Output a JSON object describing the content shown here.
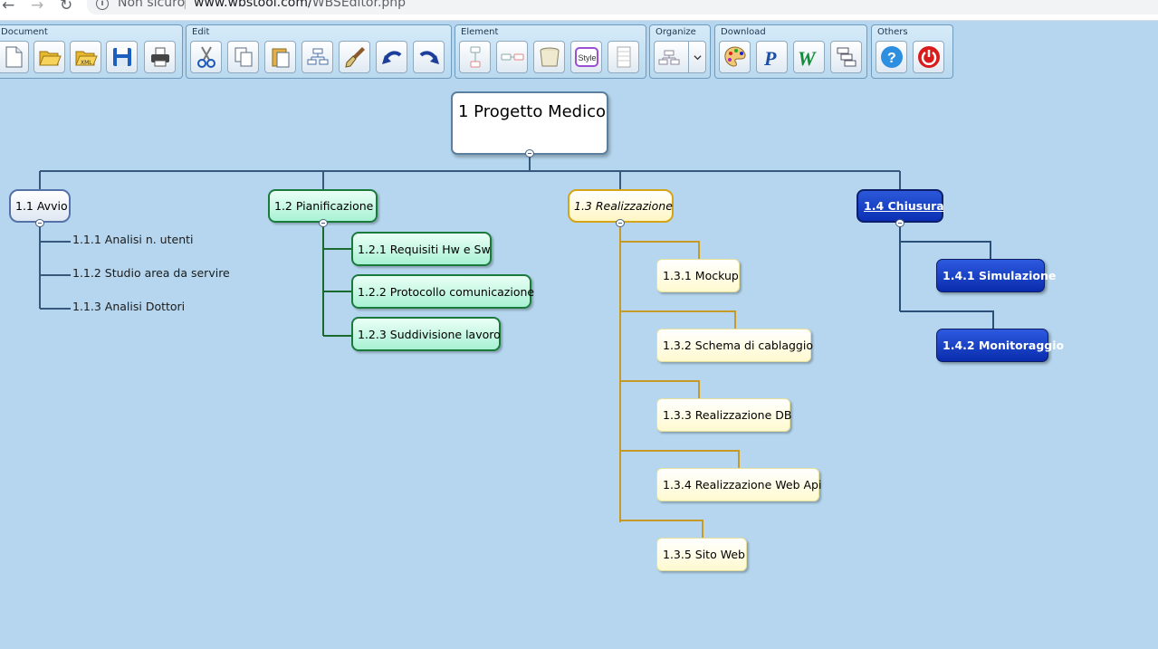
{
  "browser": {
    "back_icon": "arrow-left-icon",
    "forward_icon": "arrow-right-icon",
    "reload_icon": "reload-icon",
    "security_label": "Non sicuro",
    "separator": "|",
    "url_host": "www.wbstool.com/",
    "url_path": "WBSEditor.php"
  },
  "toolbar": {
    "groups": {
      "document": "Document",
      "edit": "Edit",
      "element": "Element",
      "organize": "Organize",
      "download": "Download",
      "others": "Others"
    },
    "style_button_label": "Style",
    "icons": {
      "new": "new-document-icon",
      "open": "open-folder-icon",
      "open_xml": "open-xml-icon",
      "save": "save-floppy-icon",
      "print": "printer-icon",
      "cut": "scissors-icon",
      "copy": "copy-icon",
      "paste": "paste-icon",
      "insert": "insert-node-icon",
      "format": "paint-brush-icon",
      "undo": "undo-icon",
      "redo": "redo-icon",
      "add_child": "add-child-icon",
      "add_sibling": "add-sibling-icon",
      "delete": "trash-can-icon",
      "style": "style-icon",
      "list": "list-icon",
      "layout": "tree-layout-icon",
      "dropdown": "chevron-down-icon",
      "image": "palette-icon",
      "pdf": "pdf-icon",
      "word": "word-icon",
      "project": "project-icon",
      "help": "help-icon",
      "exit": "power-icon"
    }
  },
  "wbs": {
    "root": "1 Progetto Medico",
    "avvio": {
      "title": "1.1 Avvio",
      "children": [
        "1.1.1 Analisi n. utenti",
        "1.1.2 Studio area da servire",
        "1.1.3 Analisi Dottori"
      ]
    },
    "pianificazione": {
      "title": "1.2  Pianificazione",
      "children": [
        "1.2.1 Requisiti Hw e Sw",
        "1.2.2 Protocollo comunicazione",
        "1.2.3 Suddivisione lavoro"
      ]
    },
    "realizzazione": {
      "title": "1.3 Realizzazione",
      "children": [
        "1.3.1 Mockup",
        "1.3.2 Schema di cablaggio",
        "1.3.3 Realizzazione DB",
        "1.3.4 Realizzazione Web Api",
        "1.3.5 Sito Web"
      ]
    },
    "chiusura": {
      "title": "1.4 Chiusura",
      "children": [
        "1.4.1 Simulazione",
        "1.4.2 Monitoraggio"
      ]
    }
  }
}
